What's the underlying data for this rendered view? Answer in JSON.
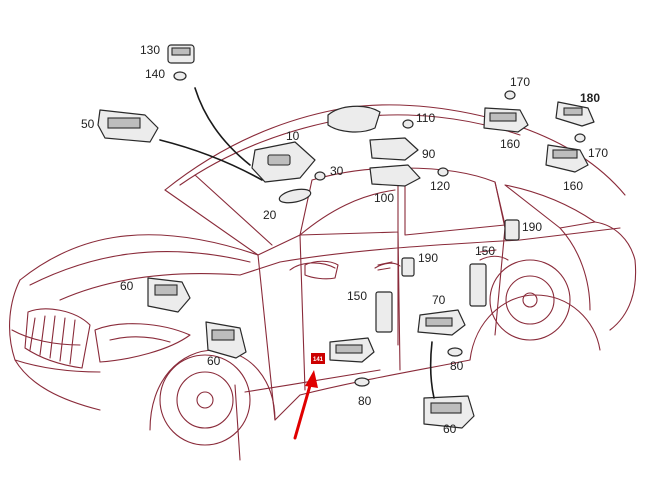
{
  "diagram": {
    "callouts": {
      "c10": "10",
      "c20": "20",
      "c30": "30",
      "c50": "50",
      "c60a": "60",
      "c60b": "60",
      "c60c": "60",
      "c70": "70",
      "c80a": "80",
      "c80b": "80",
      "c90": "90",
      "c100": "100",
      "c110": "110",
      "c120": "120",
      "c130": "130",
      "c140": "140",
      "c150a": "150",
      "c150b": "150",
      "c160a": "160",
      "c160b": "160",
      "c170a": "170",
      "c170b": "170",
      "c180": "180",
      "c190a": "190",
      "c190b": "190"
    },
    "highlight": {
      "label": "141",
      "color": "#cc0000"
    },
    "colors": {
      "car_line": "#8a2b3a",
      "arrow": "#e00000"
    }
  }
}
